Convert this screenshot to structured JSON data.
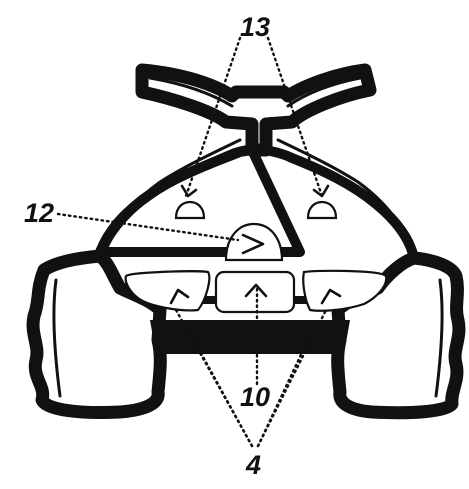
{
  "callouts": {
    "headlights": "13",
    "headlight_switch": "12",
    "front_bumper": "10",
    "front_lights": "4"
  },
  "colors": {
    "line": "#111111",
    "background": "#ffffff"
  }
}
